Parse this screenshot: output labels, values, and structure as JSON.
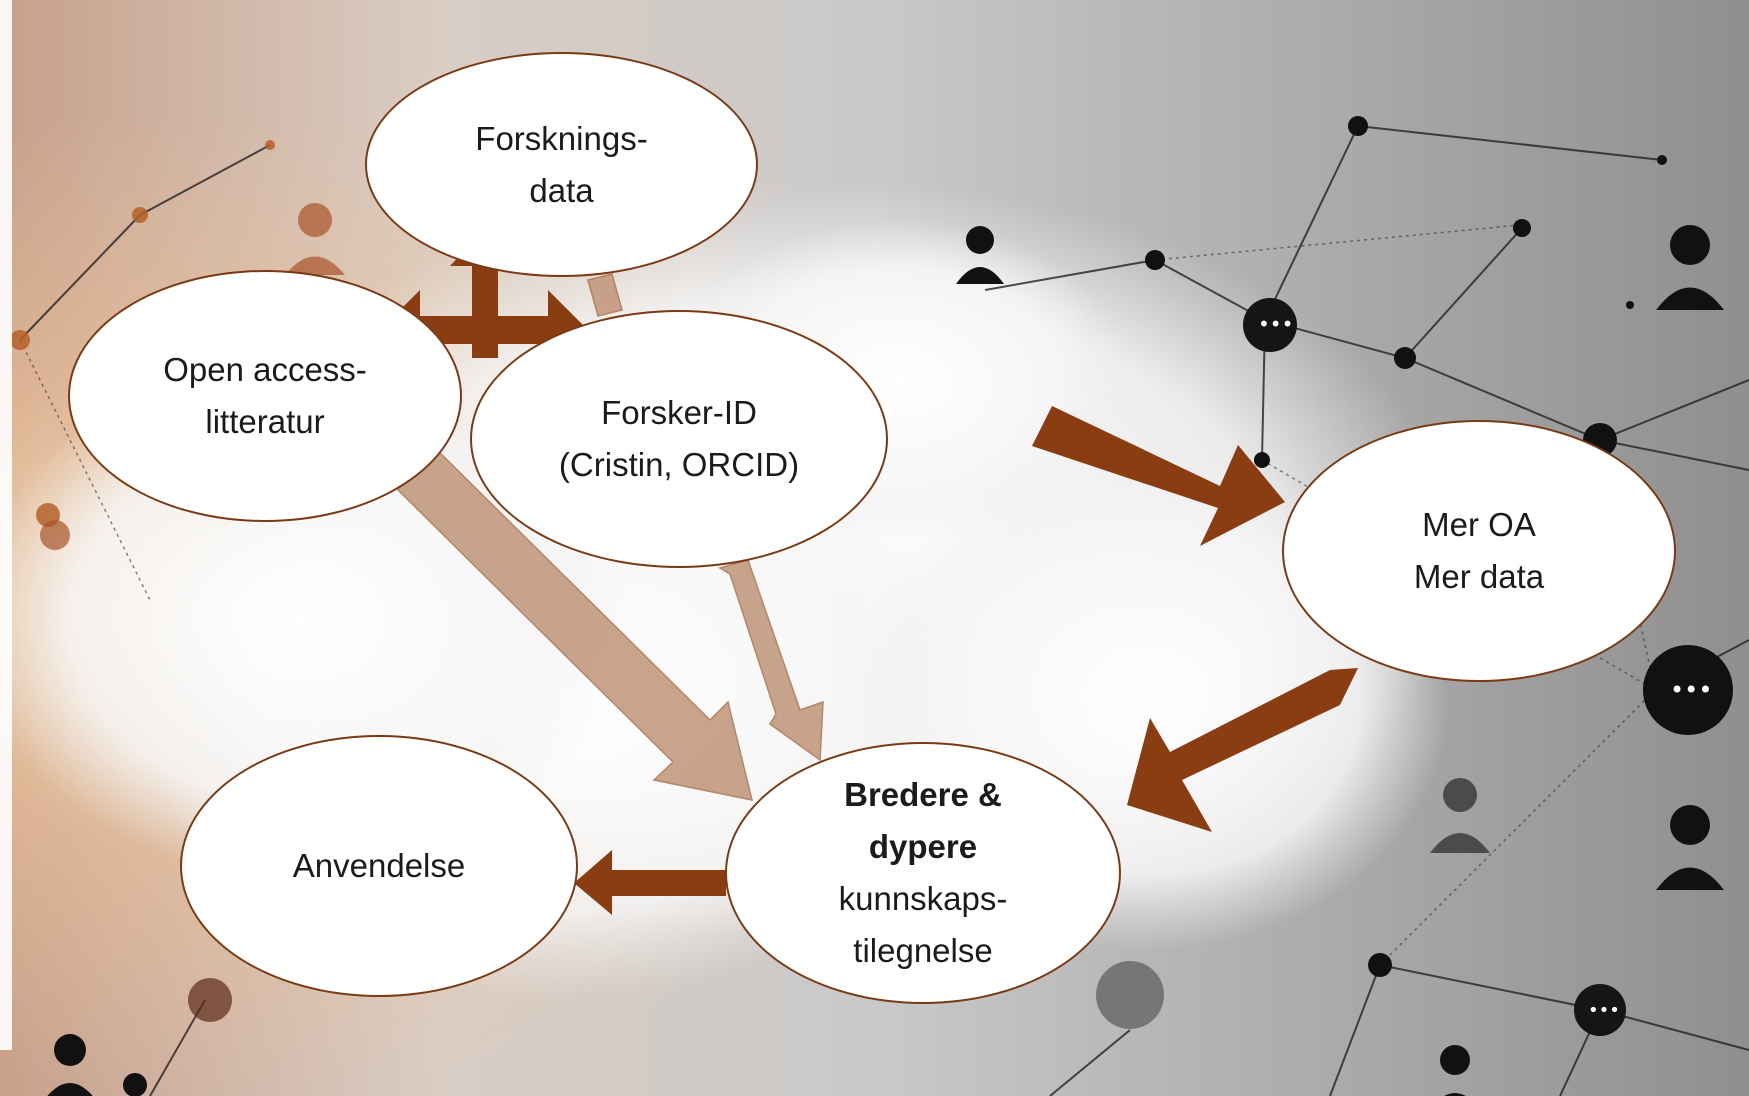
{
  "diagram": {
    "nodes": {
      "forskningsdata": {
        "line1": "Forsknings-",
        "line2": "data"
      },
      "open_access": {
        "line1": "Open access-",
        "line2": "litteratur"
      },
      "forsker_id": {
        "line1": "Forsker-ID",
        "line2": "(Cristin, ORCID)"
      },
      "mer_oa": {
        "line1": "Mer OA",
        "line2": "Mer data"
      },
      "kunnskap": {
        "line1": "Bredere &",
        "line2": "dypere",
        "line3": "kunnskaps-",
        "line4": "tilegnelse"
      },
      "anvendelse": {
        "line1": "Anvendelse"
      }
    },
    "colors": {
      "node_fill": "#ffffff",
      "node_border": "#7a3a14",
      "arrow_dark": "#8b3d12",
      "arrow_light": "#c09478"
    }
  }
}
